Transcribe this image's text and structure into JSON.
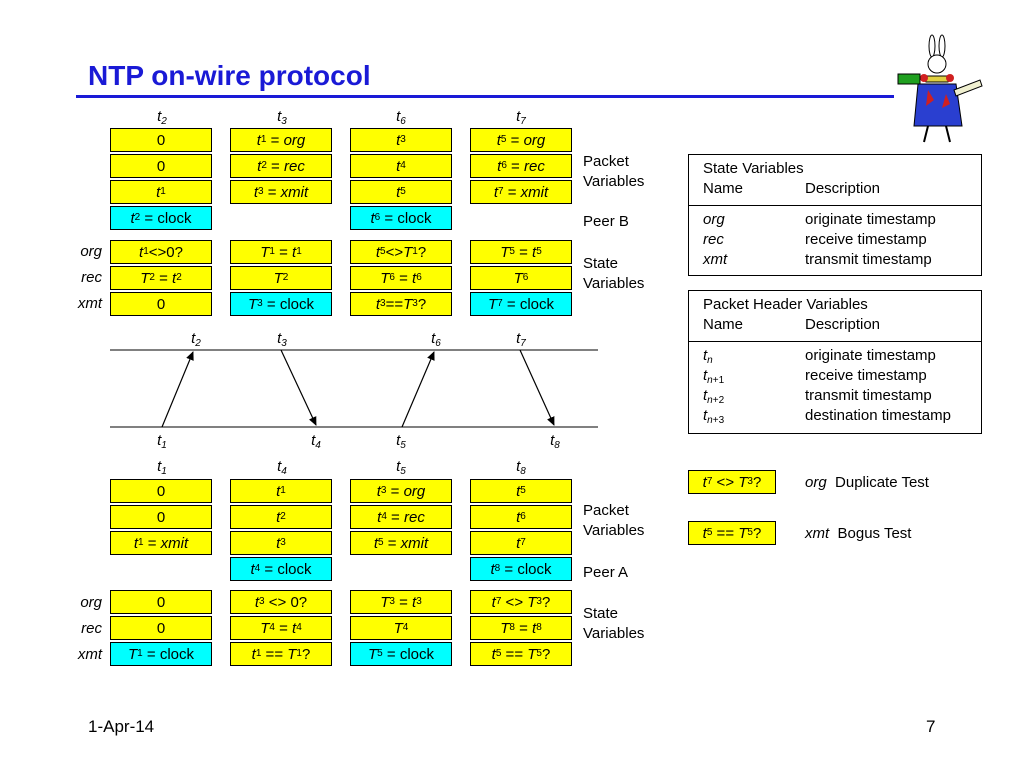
{
  "title": "NTP on-wire protocol",
  "footer": {
    "date": "1-Apr-14",
    "page": "7"
  },
  "logo_icon": "rabbit-illustration-icon",
  "colors": {
    "title": "#1a1ad6",
    "yellow_cell": "#ffff00",
    "cyan_cell": "#00ffff"
  },
  "peer_b": {
    "time_labels": [
      "t2",
      "t3",
      "t6",
      "t7"
    ],
    "group_labels": {
      "packet": "Packet Variables",
      "peer": "Peer B",
      "state": "State Variables"
    },
    "row_labels": [
      "org",
      "rec",
      "xmt"
    ]
  },
  "peer_a": {
    "time_labels": [
      "t1",
      "t4",
      "t5",
      "t8"
    ],
    "group_labels": {
      "packet": "Packet Variables",
      "peer": "Peer A",
      "state": "State Variables"
    },
    "row_labels": [
      "org",
      "rec",
      "xmt"
    ]
  },
  "timing": {
    "top_labels": [
      "t2",
      "t3",
      "t6",
      "t7"
    ],
    "bottom_labels": [
      "t1",
      "t4",
      "t5",
      "t8"
    ]
  },
  "state_vars_panel": {
    "title": "State Variables",
    "col_name": "Name",
    "col_desc": "Description",
    "rows": [
      {
        "name": "org",
        "desc": "originate timestamp"
      },
      {
        "name": "rec",
        "desc": "receive timestamp"
      },
      {
        "name": "xmt",
        "desc": "transmit timestamp"
      }
    ]
  },
  "packet_vars_panel": {
    "title": "Packet Header Variables",
    "col_name": "Name",
    "col_desc": "Description",
    "rows": [
      {
        "name": "tn",
        "desc": "originate timestamp"
      },
      {
        "name": "tn+1",
        "desc": "receive timestamp"
      },
      {
        "name": "tn+2",
        "desc": "transmit timestamp"
      },
      {
        "name": "tn+3",
        "desc": "destination timestamp"
      }
    ]
  },
  "tests": [
    {
      "expr": "t7 <> T3?",
      "var": "org",
      "label": "Duplicate Test"
    },
    {
      "expr": "t5 == T5?",
      "var": "xmt",
      "label": "Bogus Test"
    }
  ]
}
